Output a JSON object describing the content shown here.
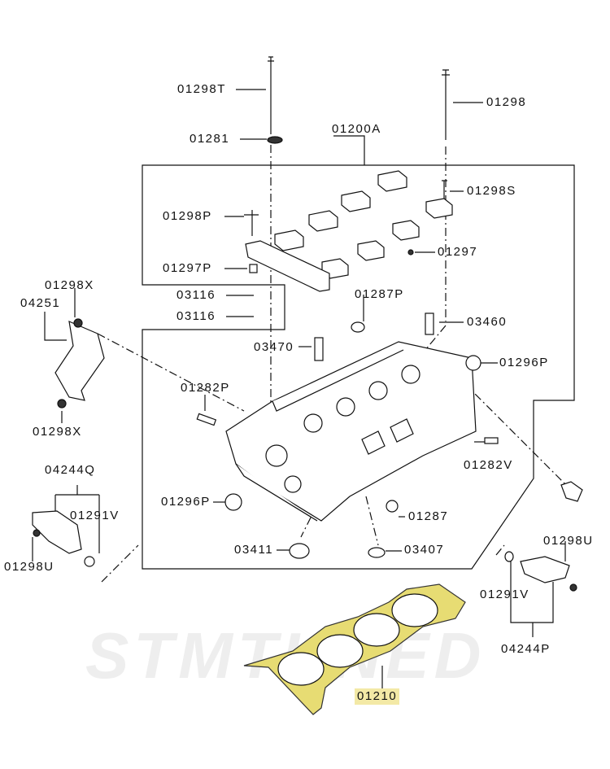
{
  "watermark": "STMTUNED",
  "colors": {
    "line": "#111111",
    "gasket": "#e7dc73",
    "highlight": "#f3e9a6",
    "watermark": "#eeeeee"
  },
  "labels": {
    "p01298T": "01298T",
    "p01298": "01298",
    "p01281": "01281",
    "p01200A": "01200A",
    "p01298S": "01298S",
    "p01298P": "01298P",
    "p01297": "01297",
    "p01297P": "01297P",
    "p01298X_top": "01298X",
    "p04251": "04251",
    "p03116_a": "03116",
    "p03116_b": "03116",
    "p01287P": "01287P",
    "p03460": "03460",
    "p03470": "03470",
    "p01296P_right": "01296P",
    "p01282P": "01282P",
    "p01298X_bottom": "01298X",
    "p01282V": "01282V",
    "p04244Q": "04244Q",
    "p01291V_left": "01291V",
    "p01296P_left": "01296P",
    "p01287": "01287",
    "p01298U_left": "01298U",
    "p03411": "03411",
    "p03407": "03407",
    "p01298U_right": "01298U",
    "p01291V_right": "01291V",
    "p04244P": "04244P",
    "p01210": "01210"
  }
}
